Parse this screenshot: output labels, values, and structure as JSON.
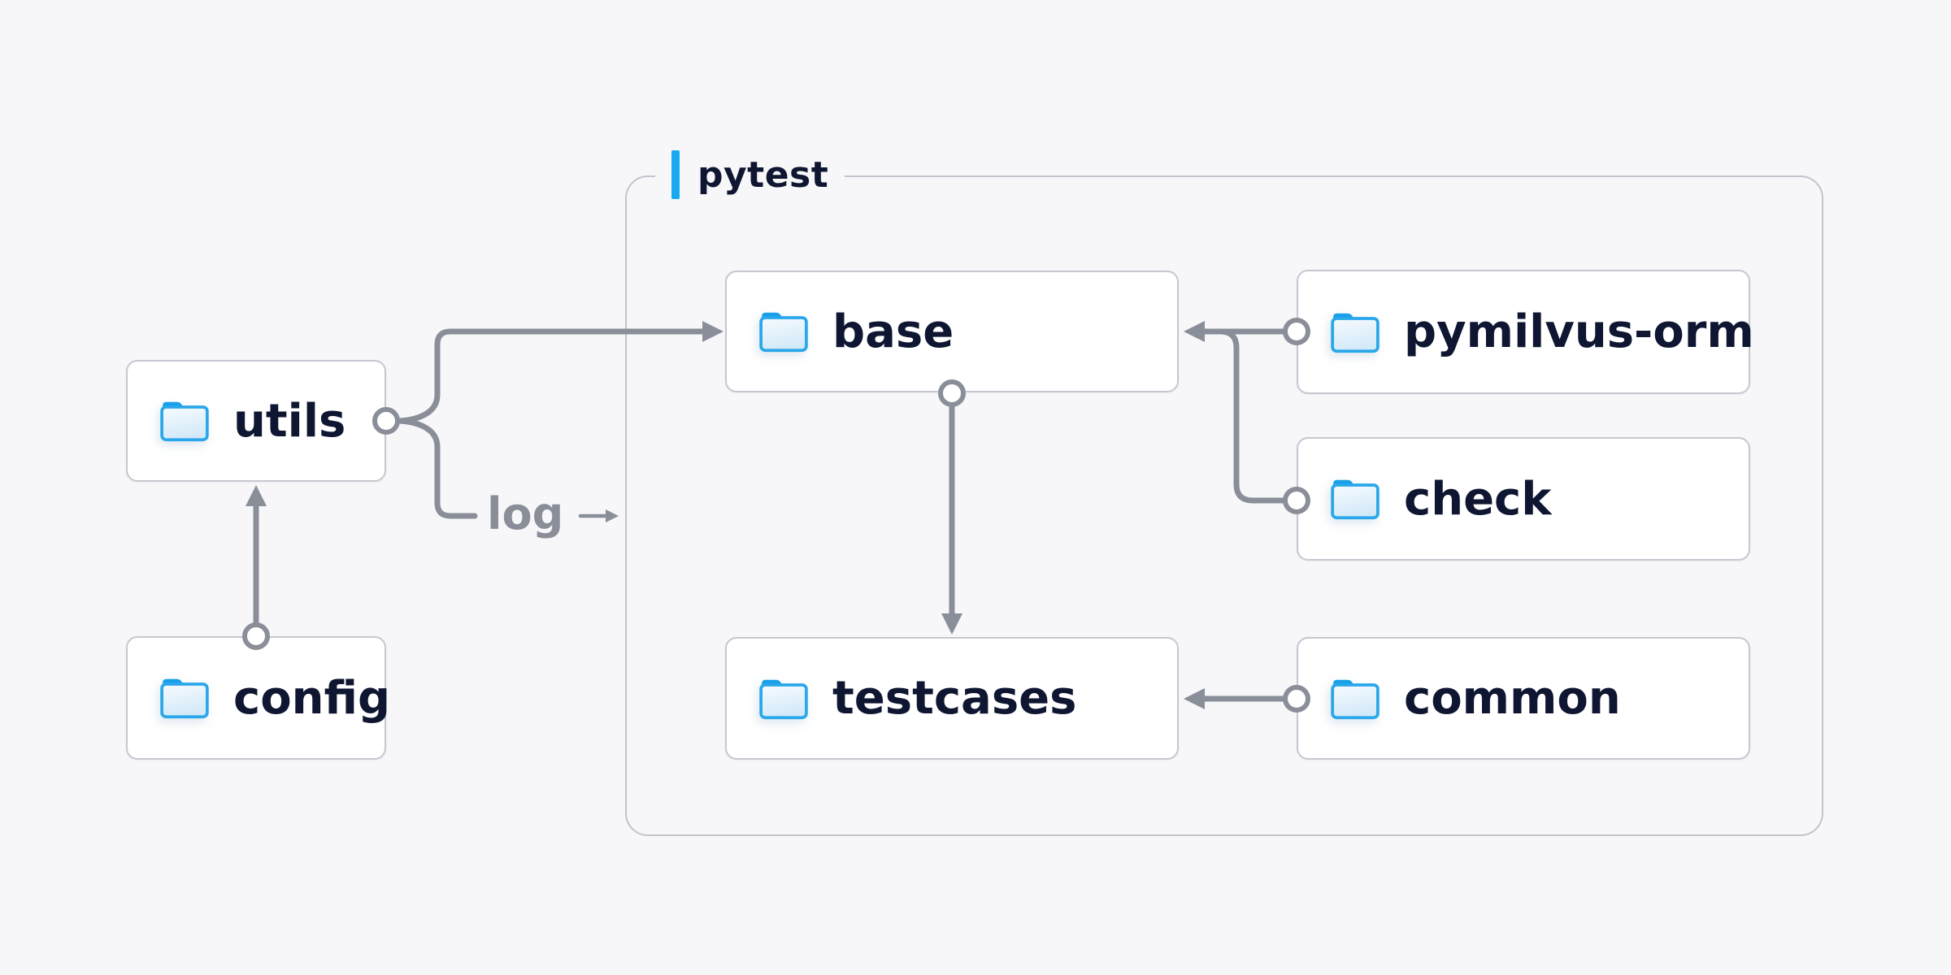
{
  "diagram": {
    "container": {
      "label": "pytest"
    },
    "log": {
      "label": "log"
    },
    "nodes": {
      "utils": {
        "label": "utils"
      },
      "config": {
        "label": "config"
      },
      "base": {
        "label": "base"
      },
      "testcases": {
        "label": "testcases"
      },
      "pymilvus_orm": {
        "label": "pymilvus-orm"
      },
      "check": {
        "label": "check"
      },
      "common": {
        "label": "common"
      }
    },
    "edges": [
      {
        "from": "config",
        "to": "utils"
      },
      {
        "from": "utils",
        "to": "base"
      },
      {
        "from": "utils",
        "to": "log"
      },
      {
        "from": "base",
        "to": "testcases"
      },
      {
        "from": "pymilvus-orm",
        "to": "base"
      },
      {
        "from": "check",
        "to": "base"
      },
      {
        "from": "common",
        "to": "testcases"
      }
    ],
    "colors": {
      "accent_blue": "#18aaf0",
      "folder_blue": "#2aa7ea",
      "folder_tab_blue": "#18a0e8",
      "text_navy": "#0e1631",
      "connector_gray": "#8a8e99",
      "node_border_gray": "#c6c7d1",
      "group_border_gray": "#c2c3ce",
      "background": "#f7f7f9",
      "node_fill": "#ffffff"
    }
  }
}
